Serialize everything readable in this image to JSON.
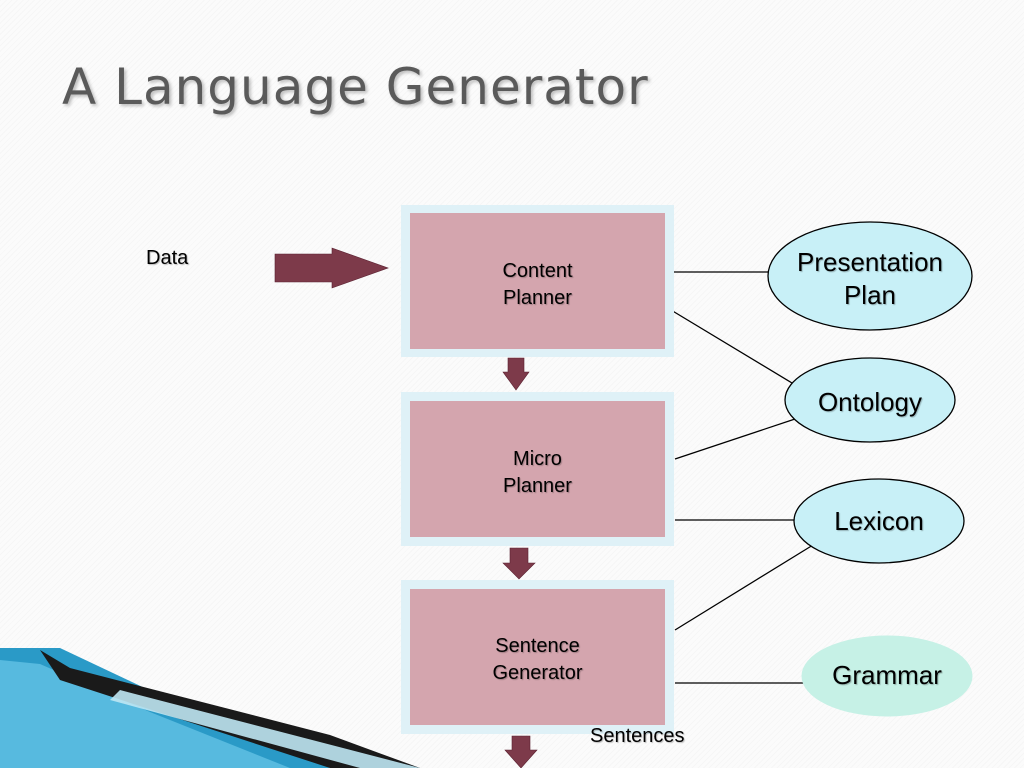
{
  "slide": {
    "title": "A Language Generator"
  },
  "diagram": {
    "input_label": "Data",
    "output_label": "Sentences",
    "modules": {
      "content_planner": "Content\nPlanner",
      "micro_planner": "Micro\nPlanner",
      "sentence_generator": "Sentence\nGenerator"
    },
    "resources": {
      "presentation_plan": "Presentation\nPlan",
      "ontology": "Ontology",
      "lexicon": "Lexicon",
      "grammar": "Grammar"
    },
    "colors": {
      "module_fill": "#d4a5ae",
      "module_frame": "#dff1f7",
      "resource_fill": "#c8f0f7",
      "resource_fill_grammar": "#c6f1e6",
      "arrow": "#7d3a4a",
      "accent_band": "#2a9ac7"
    }
  }
}
